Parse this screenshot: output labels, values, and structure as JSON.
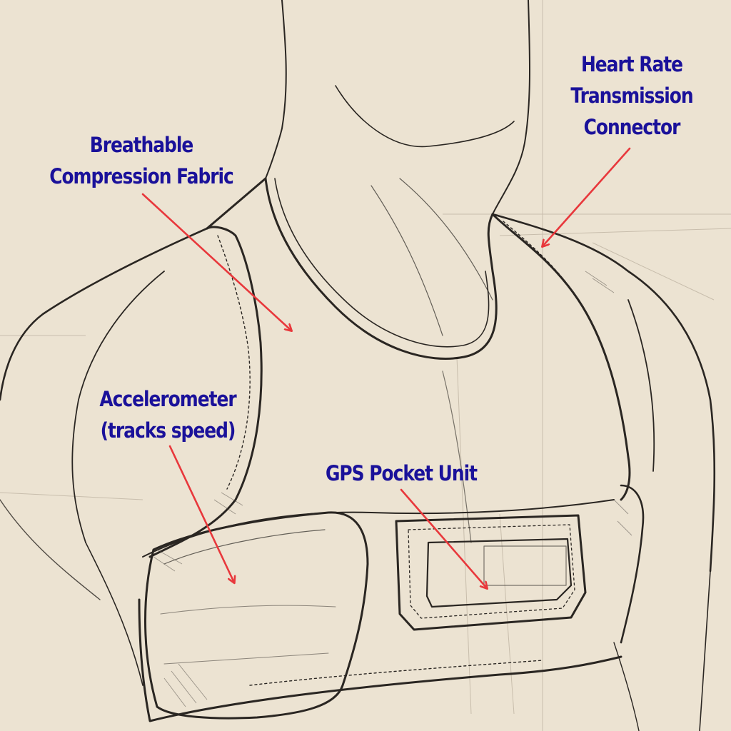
{
  "labels": {
    "heart_rate": [
      "Heart Rate",
      "Transmission",
      "Connector"
    ],
    "fabric": [
      "Breathable",
      "Compression Fabric"
    ],
    "accelerometer": [
      "Accelerometer",
      "(tracks speed)"
    ],
    "gps": [
      "GPS Pocket Unit"
    ]
  },
  "colors": {
    "background": "#ece3d2",
    "label_text": "#1a119a",
    "arrow": "#e8383c",
    "sketch_line": "#2a2622"
  }
}
